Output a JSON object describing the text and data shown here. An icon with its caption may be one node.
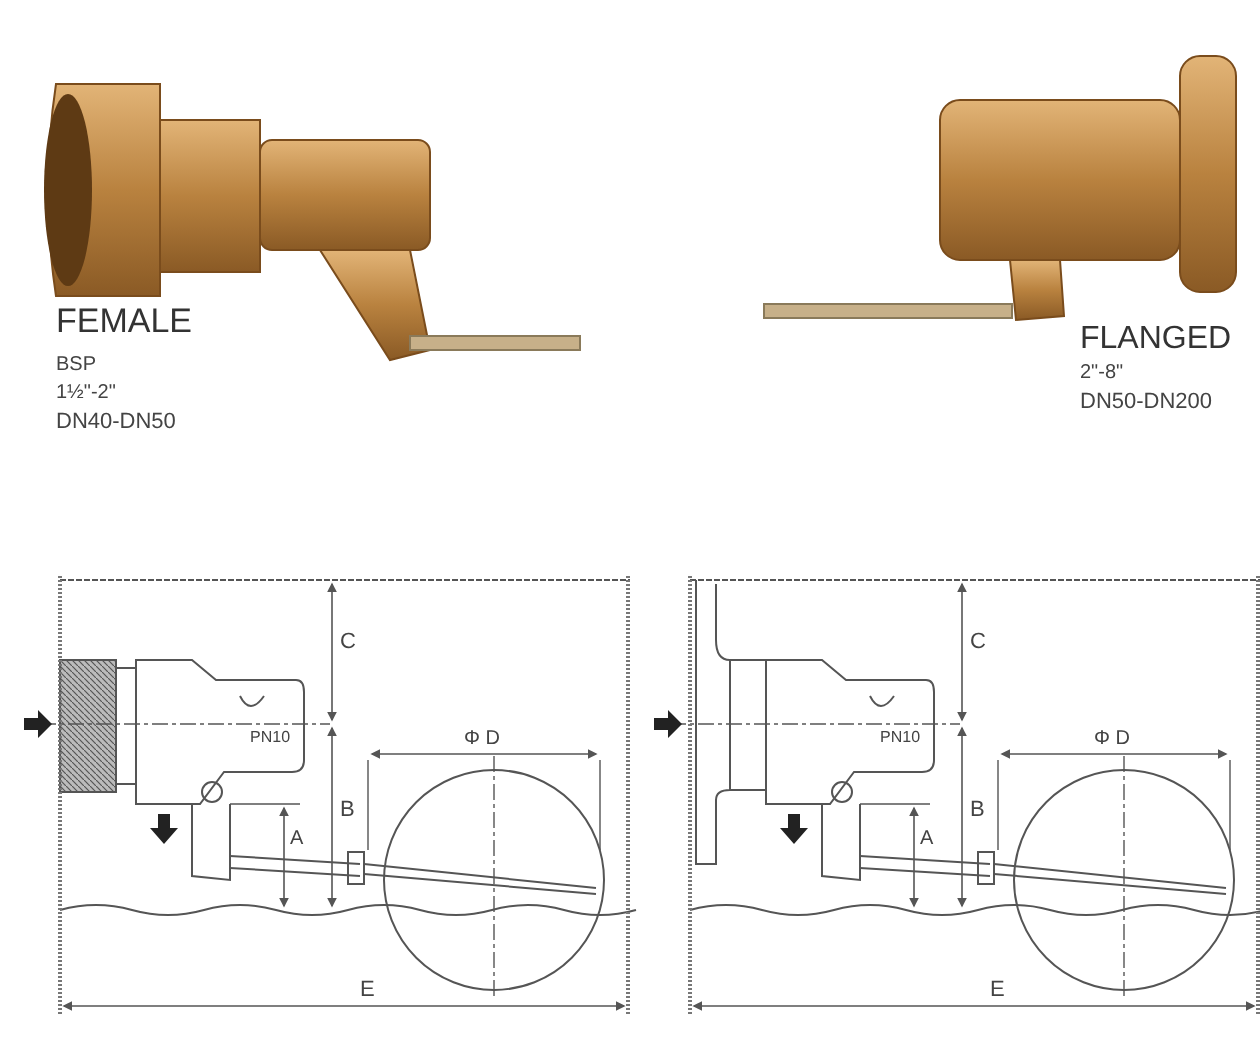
{
  "diagram": {
    "labels": [
      "FEMALE",
      "BSP",
      "1½\"-2\"",
      "DN40-DN50",
      "FLANGED",
      "2\"-8\"",
      "DN50-DN200",
      "C",
      "PN10",
      "Φ D",
      "B",
      "A",
      "E",
      "C",
      "PN10",
      "Φ D",
      "B",
      "A",
      "E"
    ]
  }
}
